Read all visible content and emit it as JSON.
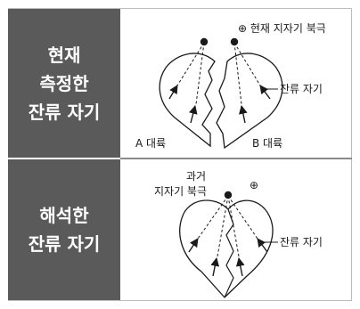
{
  "panels": {
    "top": {
      "side_label_lines": [
        "현재",
        "측정한",
        "잔류 자기"
      ],
      "pole_label": "⊕ 현재 지자기 북극",
      "remanence_label": "잔류 자기",
      "continent_a": "A 대륙",
      "continent_b": "B 대륙"
    },
    "bottom": {
      "side_label_lines": [
        "해석한",
        "잔류 자기"
      ],
      "paleo_pole_label_lines": [
        "과거",
        "지자기 북극"
      ],
      "present_pole_symbol": "⊕",
      "remanence_label": "잔류 자기"
    }
  },
  "colors": {
    "side_panel": "#5a5a5a",
    "ink": "#1a1a1a"
  }
}
